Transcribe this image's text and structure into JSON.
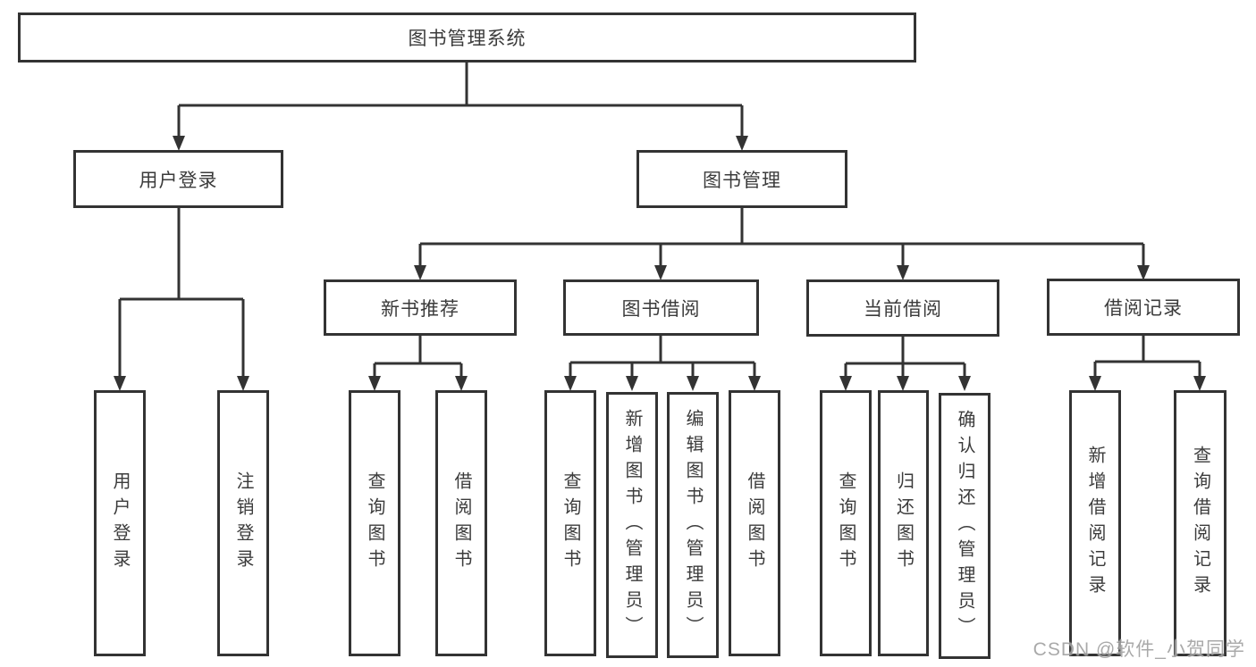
{
  "diagram": {
    "type": "hierarchy-tree",
    "line_color": "#333333",
    "text_color": "#3b3b3b",
    "background_color": "#ffffff",
    "nodes": {
      "root": {
        "label": "图书管理系统",
        "parent": null
      },
      "user_login": {
        "label": "用户登录",
        "parent": "root"
      },
      "book_mgmt": {
        "label": "图书管理",
        "parent": "root"
      },
      "login_user": {
        "label": "用户登录",
        "parent": "user_login"
      },
      "login_logout": {
        "label": "注销登录",
        "parent": "user_login"
      },
      "new_book_rec": {
        "label": "新书推荐",
        "parent": "book_mgmt"
      },
      "book_borrow": {
        "label": "图书借阅",
        "parent": "book_mgmt"
      },
      "current_borrow": {
        "label": "当前借阅",
        "parent": "book_mgmt"
      },
      "borrow_record": {
        "label": "借阅记录",
        "parent": "book_mgmt"
      },
      "rec_query_book": {
        "label": "查询图书",
        "parent": "new_book_rec"
      },
      "rec_borrow_book": {
        "label": "借阅图书",
        "parent": "new_book_rec"
      },
      "bb_query_book": {
        "label": "查询图书",
        "parent": "book_borrow"
      },
      "bb_add_book": {
        "label": "新增图书（管理员）",
        "parent": "book_borrow"
      },
      "bb_edit_book": {
        "label": "编辑图书（管理员）",
        "parent": "book_borrow"
      },
      "bb_borrow_book": {
        "label": "借阅图书",
        "parent": "book_borrow"
      },
      "cb_query_book": {
        "label": "查询图书",
        "parent": "current_borrow"
      },
      "cb_return_book": {
        "label": "归还图书",
        "parent": "current_borrow"
      },
      "cb_confirm_return": {
        "label": "确认归还（管理员）",
        "parent": "current_borrow"
      },
      "br_add_record": {
        "label": "新增借阅记录",
        "parent": "borrow_record"
      },
      "br_query_record": {
        "label": "查询借阅记录",
        "parent": "borrow_record"
      }
    },
    "watermark": {
      "text": "CSDN @软件_小贺同学",
      "color": "#9e9e9e"
    }
  }
}
